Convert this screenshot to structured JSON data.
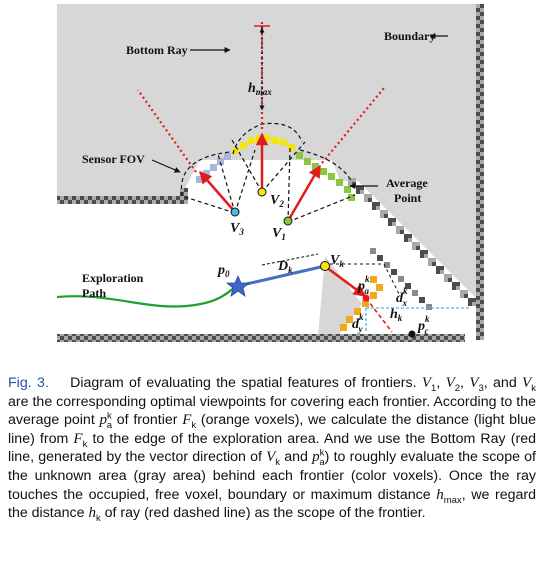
{
  "figure": {
    "labels": {
      "bottom_ray": "Bottom Ray",
      "boundary": "Boundary",
      "sensor_fov": "Sensor FOV",
      "average_point": "Average Point",
      "exploration_path": "Exploration Path",
      "h_max": "h",
      "h_max_sub": "max",
      "v1": "V",
      "v1_sub": "1",
      "v2": "V",
      "v2_sub": "2",
      "v3": "V",
      "v3_sub": "3",
      "vk": "V",
      "vk_sub": "k",
      "p0": "p",
      "p0_sub": "0",
      "dk": "D",
      "dk_sub": "k",
      "pa": "p",
      "pa_sup": "k",
      "pa_sub": "a",
      "pc": "p",
      "pc_sup": "k",
      "pc_sub": "c",
      "hk": "h",
      "hk_sub": "k",
      "dx": "d",
      "dx_sup": "k",
      "dx_sub": "x",
      "dy": "d",
      "dy_sup": "k",
      "dy_sub": "y"
    },
    "colors": {
      "unknown_area": "#d7d7d7",
      "occupied": "#555555",
      "ray": "#e21b1b",
      "path": "#1da02b",
      "distance_line": "#4a6fc0",
      "light_blue": "#49b8e8",
      "frontier_yellow": "#f5e60a",
      "frontier_green": "#8cc63f",
      "frontier_blue": "#a9b7de",
      "frontier_orange": "#f4a81d"
    }
  },
  "caption": {
    "fig_label": "Fig. 3.",
    "t1": "Diagram of evaluating the spatial features of frontiers. ",
    "t2": " are the corresponding optimal viewpoints for covering each frontier. According to the average point ",
    "t3": " of frontier ",
    "t4": " (orange voxels), we calculate the distance (light blue line) from ",
    "t5": " to the edge of the exploration area. And we use the Bottom Ray (red line, generated by the vector direction of ",
    "t6": " and ",
    "t7": ") to roughly evaluate the scope of the unknown area (gray area) behind each frontier (color voxels). Once the ray touches the occupied, free voxel, boundary or maximum distance ",
    "t8": ", we regard the distance ",
    "t9": " of ray (red dashed line) as the scope of the frontier.",
    "sym_V": "V",
    "sub_1": "1",
    "sub_2": "2",
    "sub_3": "3",
    "sub_k": "k",
    "sep_comma": ", ",
    "sep_and": ", and ",
    "sym_p": "p",
    "sup_k": "k",
    "sub_a": "a",
    "sym_F": "F",
    "sym_h": "h",
    "sub_max": "max"
  }
}
